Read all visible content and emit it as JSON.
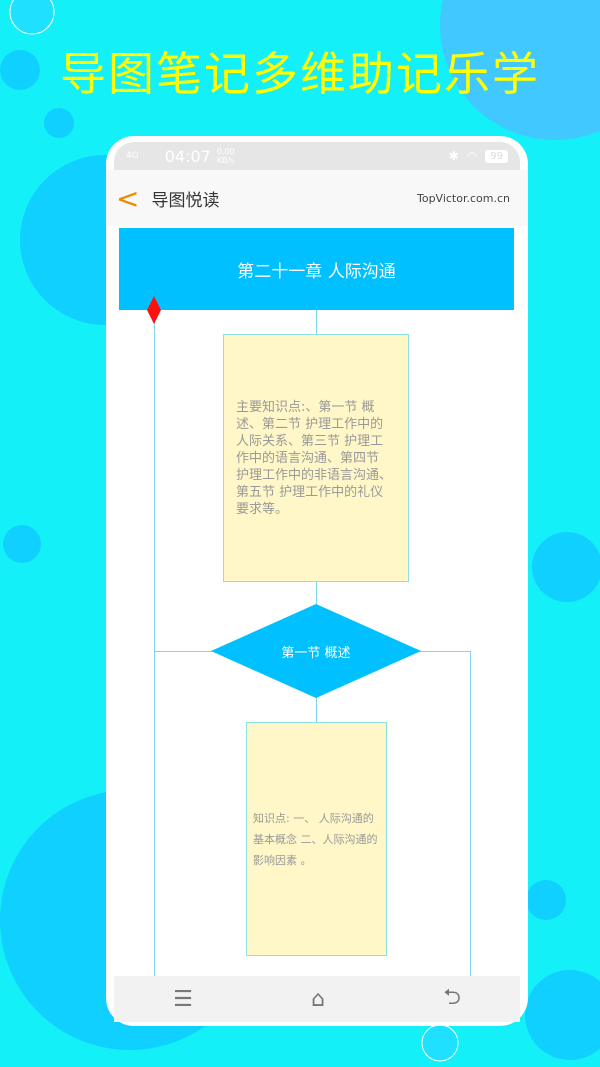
{
  "promo_title": "导图笔记多维助记乐学",
  "status": {
    "network": "4G",
    "time": "04:07",
    "speed": "0.00 KB/s",
    "battery": "99"
  },
  "appbar": {
    "back_icon": "chevron-left-icon",
    "title": "导图悦读",
    "site": "TopVictor.com.cn"
  },
  "mindmap": {
    "chapter": "第二十一章 人际沟通",
    "chapter_note": "主要知识点:、第一节 概述、第二节 护理工作中的人际关系、第三节 护理工作中的语言沟通、第四节 护理工作中的非语言沟通、第五节 护理工作中的礼仪要求等。",
    "section": "第一节 概述",
    "section_note": "知识点: 一、 人际沟通的基本概念 二、人际沟通的影响因素 。"
  },
  "navbar": {
    "menu_icon": "menu-icon",
    "home_icon": "home-icon",
    "back_icon": "back-icon"
  },
  "colors": {
    "background": "#14f0f8",
    "accent": "#00c0ff",
    "promo": "#ffff00",
    "note": "#fff7c8"
  }
}
